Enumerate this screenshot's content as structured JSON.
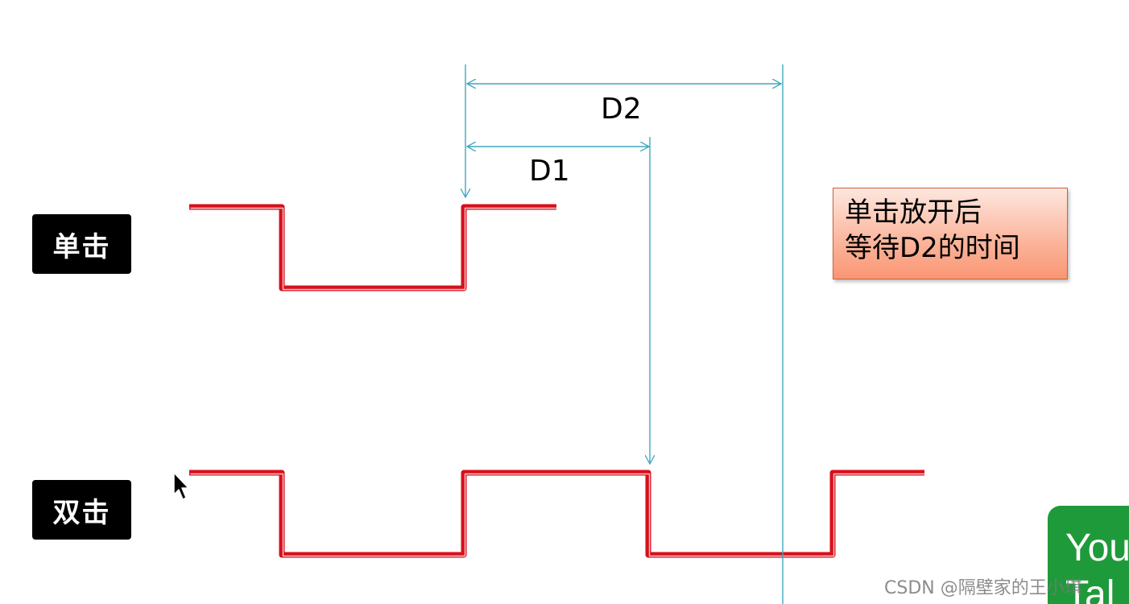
{
  "labels": {
    "single_click": "单击",
    "double_click": "双击"
  },
  "dimensions": {
    "d1": "D1",
    "d2": "D2"
  },
  "note": {
    "line1": "单击放开后",
    "line2": "等待D2的时间"
  },
  "overlay_tile": {
    "text_line1": "You",
    "text_line2": "Tal"
  },
  "watermark": "CSDN @隔壁家的王小琪",
  "colors": {
    "signal": "#d6101c",
    "dimension_line": "#3ea7bf",
    "label_bg": "#000000",
    "note_bg_top": "#fde7df",
    "note_bg_bottom": "#f99674",
    "tile_green": "#1f9a3a"
  },
  "icons": {
    "cursor": "mouse-pointer-icon"
  }
}
